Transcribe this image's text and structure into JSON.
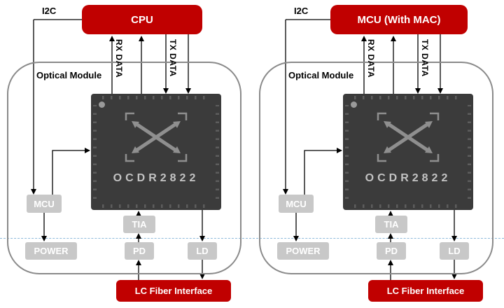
{
  "colors": {
    "red": "#C00000",
    "chip_bg": "#3B3B3B",
    "chip_text": "#C3C3C3",
    "gray_box": "#C8C8C8",
    "module_border": "#8A8A8A",
    "dashed_divider": "#8FBADC",
    "line": "#000000"
  },
  "diagrams": [
    {
      "host_label": "CPU",
      "i2c_label": "I2C",
      "rx_label": "RX DATA",
      "tx_label": "TX DATA",
      "module_label": "Optical Module",
      "chip_label": "OCDR2822",
      "mcu_label": "MCU",
      "tia_label": "TIA",
      "power_label": "POWER",
      "pd_label": "PD",
      "ld_label": "LD",
      "fiber_label": "LC Fiber Interface"
    },
    {
      "host_label": "MCU (With MAC)",
      "i2c_label": "I2C",
      "rx_label": "RX DATA",
      "tx_label": "TX DATA",
      "module_label": "Optical Module",
      "chip_label": "OCDR2822",
      "mcu_label": "MCU",
      "tia_label": "TIA",
      "power_label": "POWER",
      "pd_label": "PD",
      "ld_label": "LD",
      "fiber_label": "LC Fiber Interface"
    }
  ]
}
